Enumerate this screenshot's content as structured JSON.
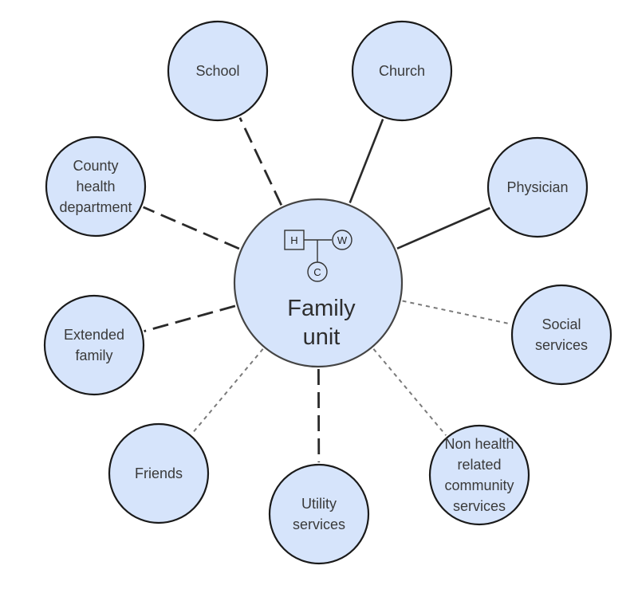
{
  "diagram": {
    "center": {
      "label_line1": "Family",
      "label_line2": "unit",
      "genogram": {
        "husband": "H",
        "wife": "W",
        "child": "C"
      }
    },
    "nodes": [
      {
        "id": "school",
        "lines": [
          "School"
        ],
        "connection": "stressful"
      },
      {
        "id": "church",
        "lines": [
          "Church"
        ],
        "connection": "strong"
      },
      {
        "id": "physician",
        "lines": [
          "Physician"
        ],
        "connection": "strong"
      },
      {
        "id": "social-services",
        "lines": [
          "Social",
          "services"
        ],
        "connection": "tenuous"
      },
      {
        "id": "non-health-related-community-services",
        "lines": [
          "Non health",
          "related",
          "community",
          "services"
        ],
        "connection": "tenuous"
      },
      {
        "id": "utility-services",
        "lines": [
          "Utility",
          "services"
        ],
        "connection": "stressful"
      },
      {
        "id": "friends",
        "lines": [
          "Friends"
        ],
        "connection": "tenuous"
      },
      {
        "id": "extended-family",
        "lines": [
          "Extended",
          "family"
        ],
        "connection": "stressful"
      },
      {
        "id": "county-health-department",
        "lines": [
          "County",
          "health",
          "department"
        ],
        "connection": "stressful"
      }
    ]
  }
}
